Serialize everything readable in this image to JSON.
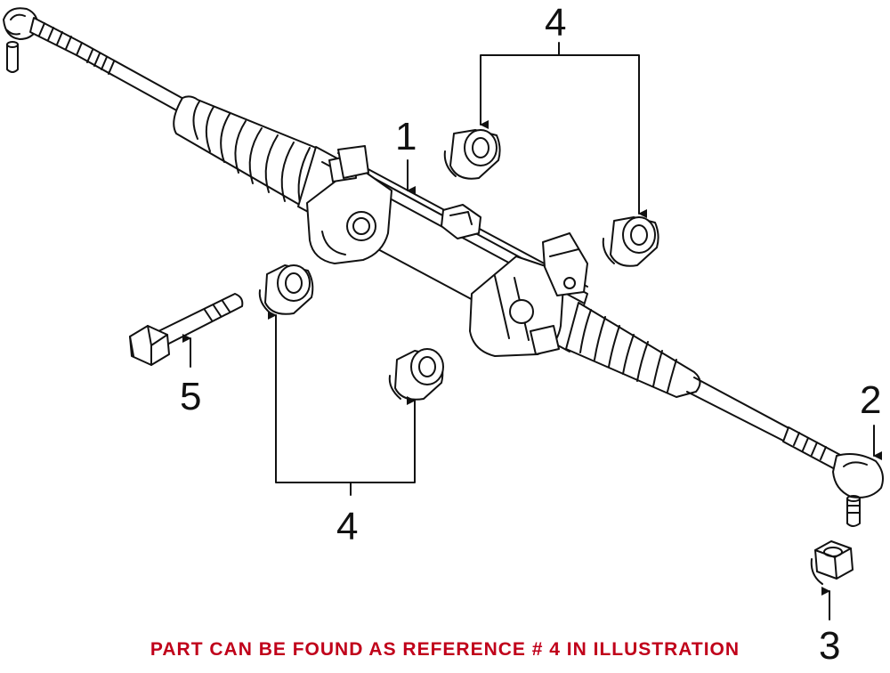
{
  "diagram": {
    "callouts": {
      "rack": "1",
      "outer_tie_rod_end": "2",
      "nut": "3",
      "bushings_top": "4",
      "bushings_bottom": "4",
      "bolt": "5"
    },
    "footer_note": "PART CAN BE FOUND AS REFERENCE # 4 IN ILLUSTRATION",
    "colors": {
      "line": "#111111",
      "footer": "#c0001a",
      "background": "#ffffff"
    }
  }
}
